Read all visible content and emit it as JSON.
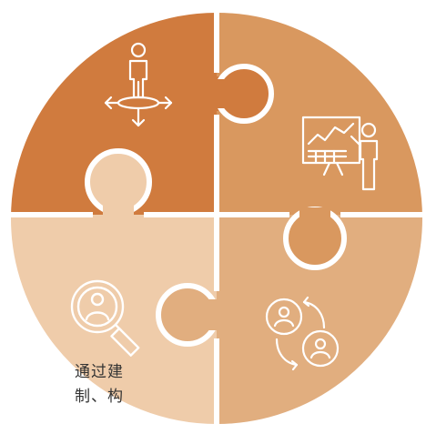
{
  "colors": {
    "piece_top_left": "#D07B3E",
    "piece_top_right": "#D9985F",
    "piece_bottom_left": "#EFCCAA",
    "piece_bottom_right": "#E1AE7F",
    "outline": "#ffffff",
    "icon": "#ffffff",
    "text": "#333333"
  },
  "pieces": [
    {
      "id": "top-left",
      "icon": "person-directions-icon"
    },
    {
      "id": "top-right",
      "icon": "presentation-chart-icon"
    },
    {
      "id": "bottom-left",
      "icon": "search-person-icon"
    },
    {
      "id": "bottom-right",
      "icon": "exchange-people-icon"
    }
  ],
  "cropped_text": {
    "line1": "通过建",
    "line2": "制、构"
  }
}
